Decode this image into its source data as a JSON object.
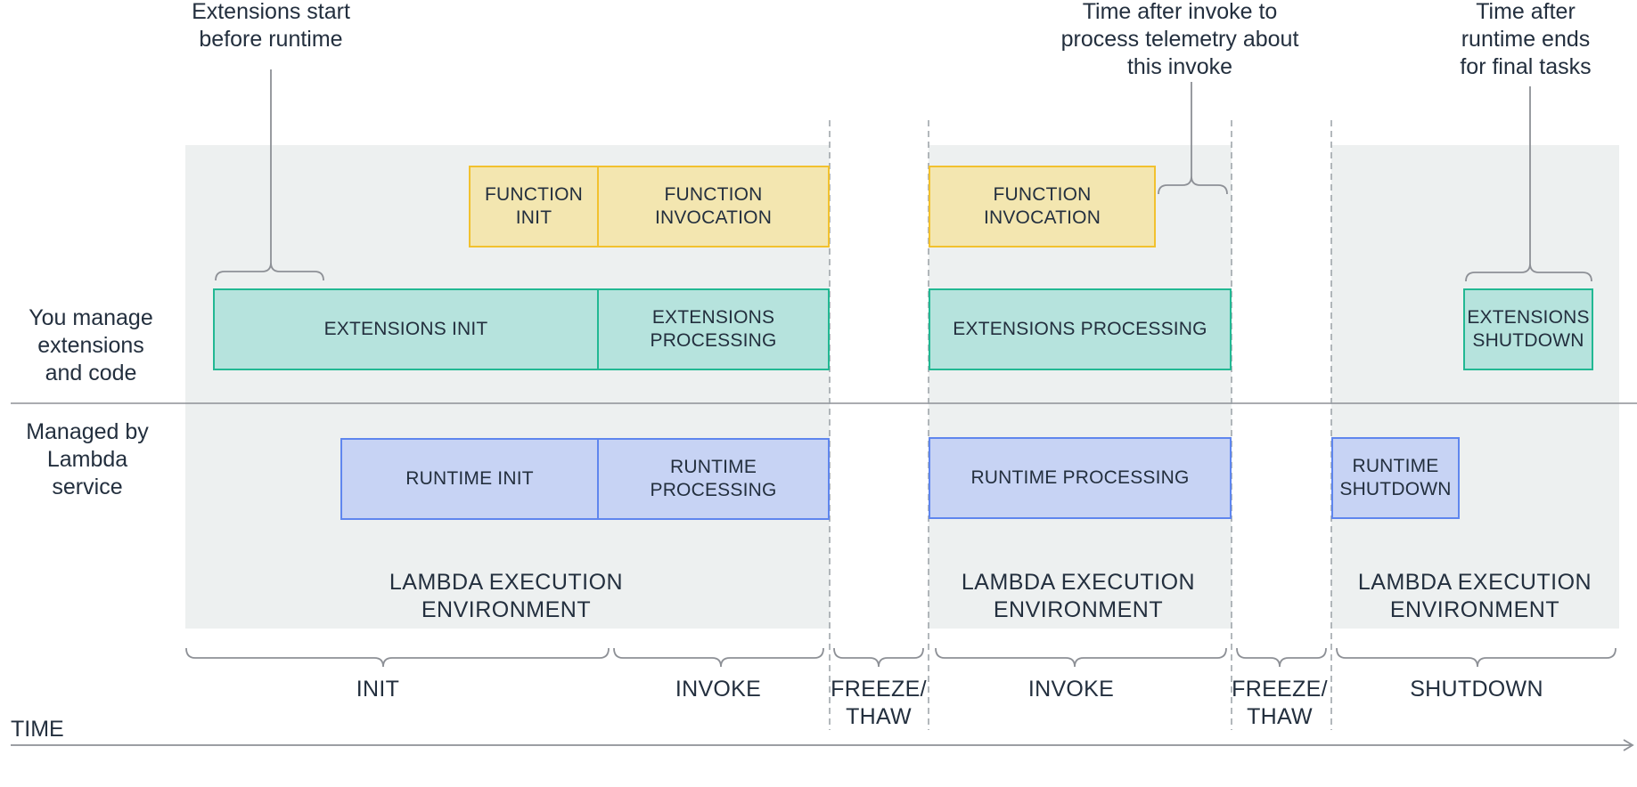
{
  "annotations": {
    "extensions_start": "Extensions start\nbefore runtime",
    "telemetry": "Time after invoke to\nprocess telemetry about\nthis invoke",
    "final_tasks": "Time after\nruntime ends\nfor final tasks"
  },
  "rows": {
    "you_manage": "You manage\nextensions\nand code",
    "managed_by_lambda": "Managed by\nLambda\nservice"
  },
  "function_row": {
    "function_init": "FUNCTION\nINIT",
    "function_invocation_1": "FUNCTION\nINVOCATION",
    "function_invocation_2": "FUNCTION\nINVOCATION"
  },
  "extensions_row": {
    "extensions_init": "EXTENSIONS INIT",
    "extensions_processing_1": "EXTENSIONS\nPROCESSING",
    "extensions_processing_2": "EXTENSIONS PROCESSING",
    "extensions_shutdown": "EXTENSIONS\nSHUTDOWN"
  },
  "runtime_row": {
    "runtime_init": "RUNTIME INIT",
    "runtime_processing_1": "RUNTIME\nPROCESSING",
    "runtime_processing_2": "RUNTIME PROCESSING",
    "runtime_shutdown": "RUNTIME\nSHUTDOWN"
  },
  "environments": {
    "env_1": "LAMBDA EXECUTION\nENVIRONMENT",
    "env_2": "LAMBDA EXECUTION\nENVIRONMENT",
    "env_3": "LAMBDA EXECUTION\nENVIRONMENT"
  },
  "phases": {
    "init": "INIT",
    "invoke_1": "INVOKE",
    "freeze_thaw_1": "FREEZE/\nTHAW",
    "invoke_2": "INVOKE",
    "freeze_thaw_2": "FREEZE/\nTHAW",
    "shutdown": "SHUTDOWN"
  },
  "time_axis": {
    "label": "TIME"
  },
  "colors": {
    "function_fill": "#f3e6b0",
    "function_border": "#f2c12e",
    "extensions_fill": "#b6e3dd",
    "extensions_border": "#22b893",
    "runtime_fill": "#c7d3f4",
    "runtime_border": "#5f86ee",
    "environment_bg": "#edf0f0",
    "line": "#8d9096"
  }
}
